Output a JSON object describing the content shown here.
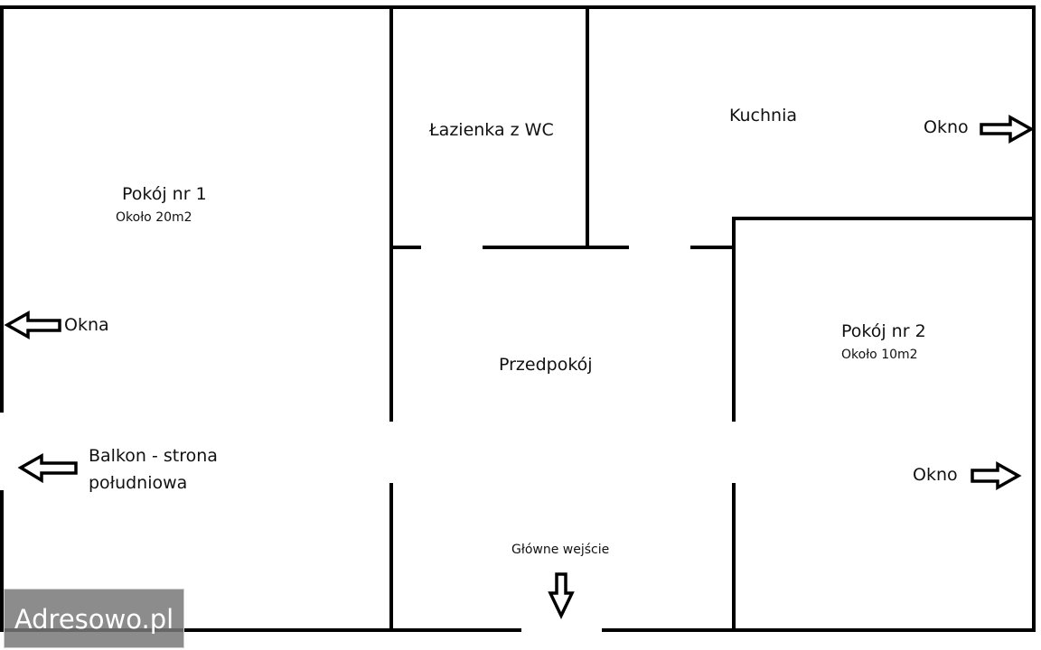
{
  "rooms": {
    "room1": {
      "name": "Pokój nr 1",
      "area": "Około 20m2"
    },
    "bathroom": {
      "name": "Łazienka z WC"
    },
    "kitchen": {
      "name": "Kuchnia"
    },
    "hallway": {
      "name": "Przedpokój"
    },
    "room2": {
      "name": "Pokój nr 2",
      "area": "Około 10m2"
    }
  },
  "openings": {
    "kitchen_window": "Okno",
    "room1_windows": "Okna",
    "balcony_line1": "Balkon - strona",
    "balcony_line2": "południowa",
    "room2_window": "Okno",
    "main_entrance": "Główne wejście"
  },
  "watermark": "Adresowo.pl",
  "colors": {
    "walls": "#000000",
    "background": "#ffffff",
    "watermark_bg": "#7a7a7a"
  },
  "icons": [
    "arrow-right-icon",
    "arrow-left-icon",
    "arrow-down-icon"
  ]
}
